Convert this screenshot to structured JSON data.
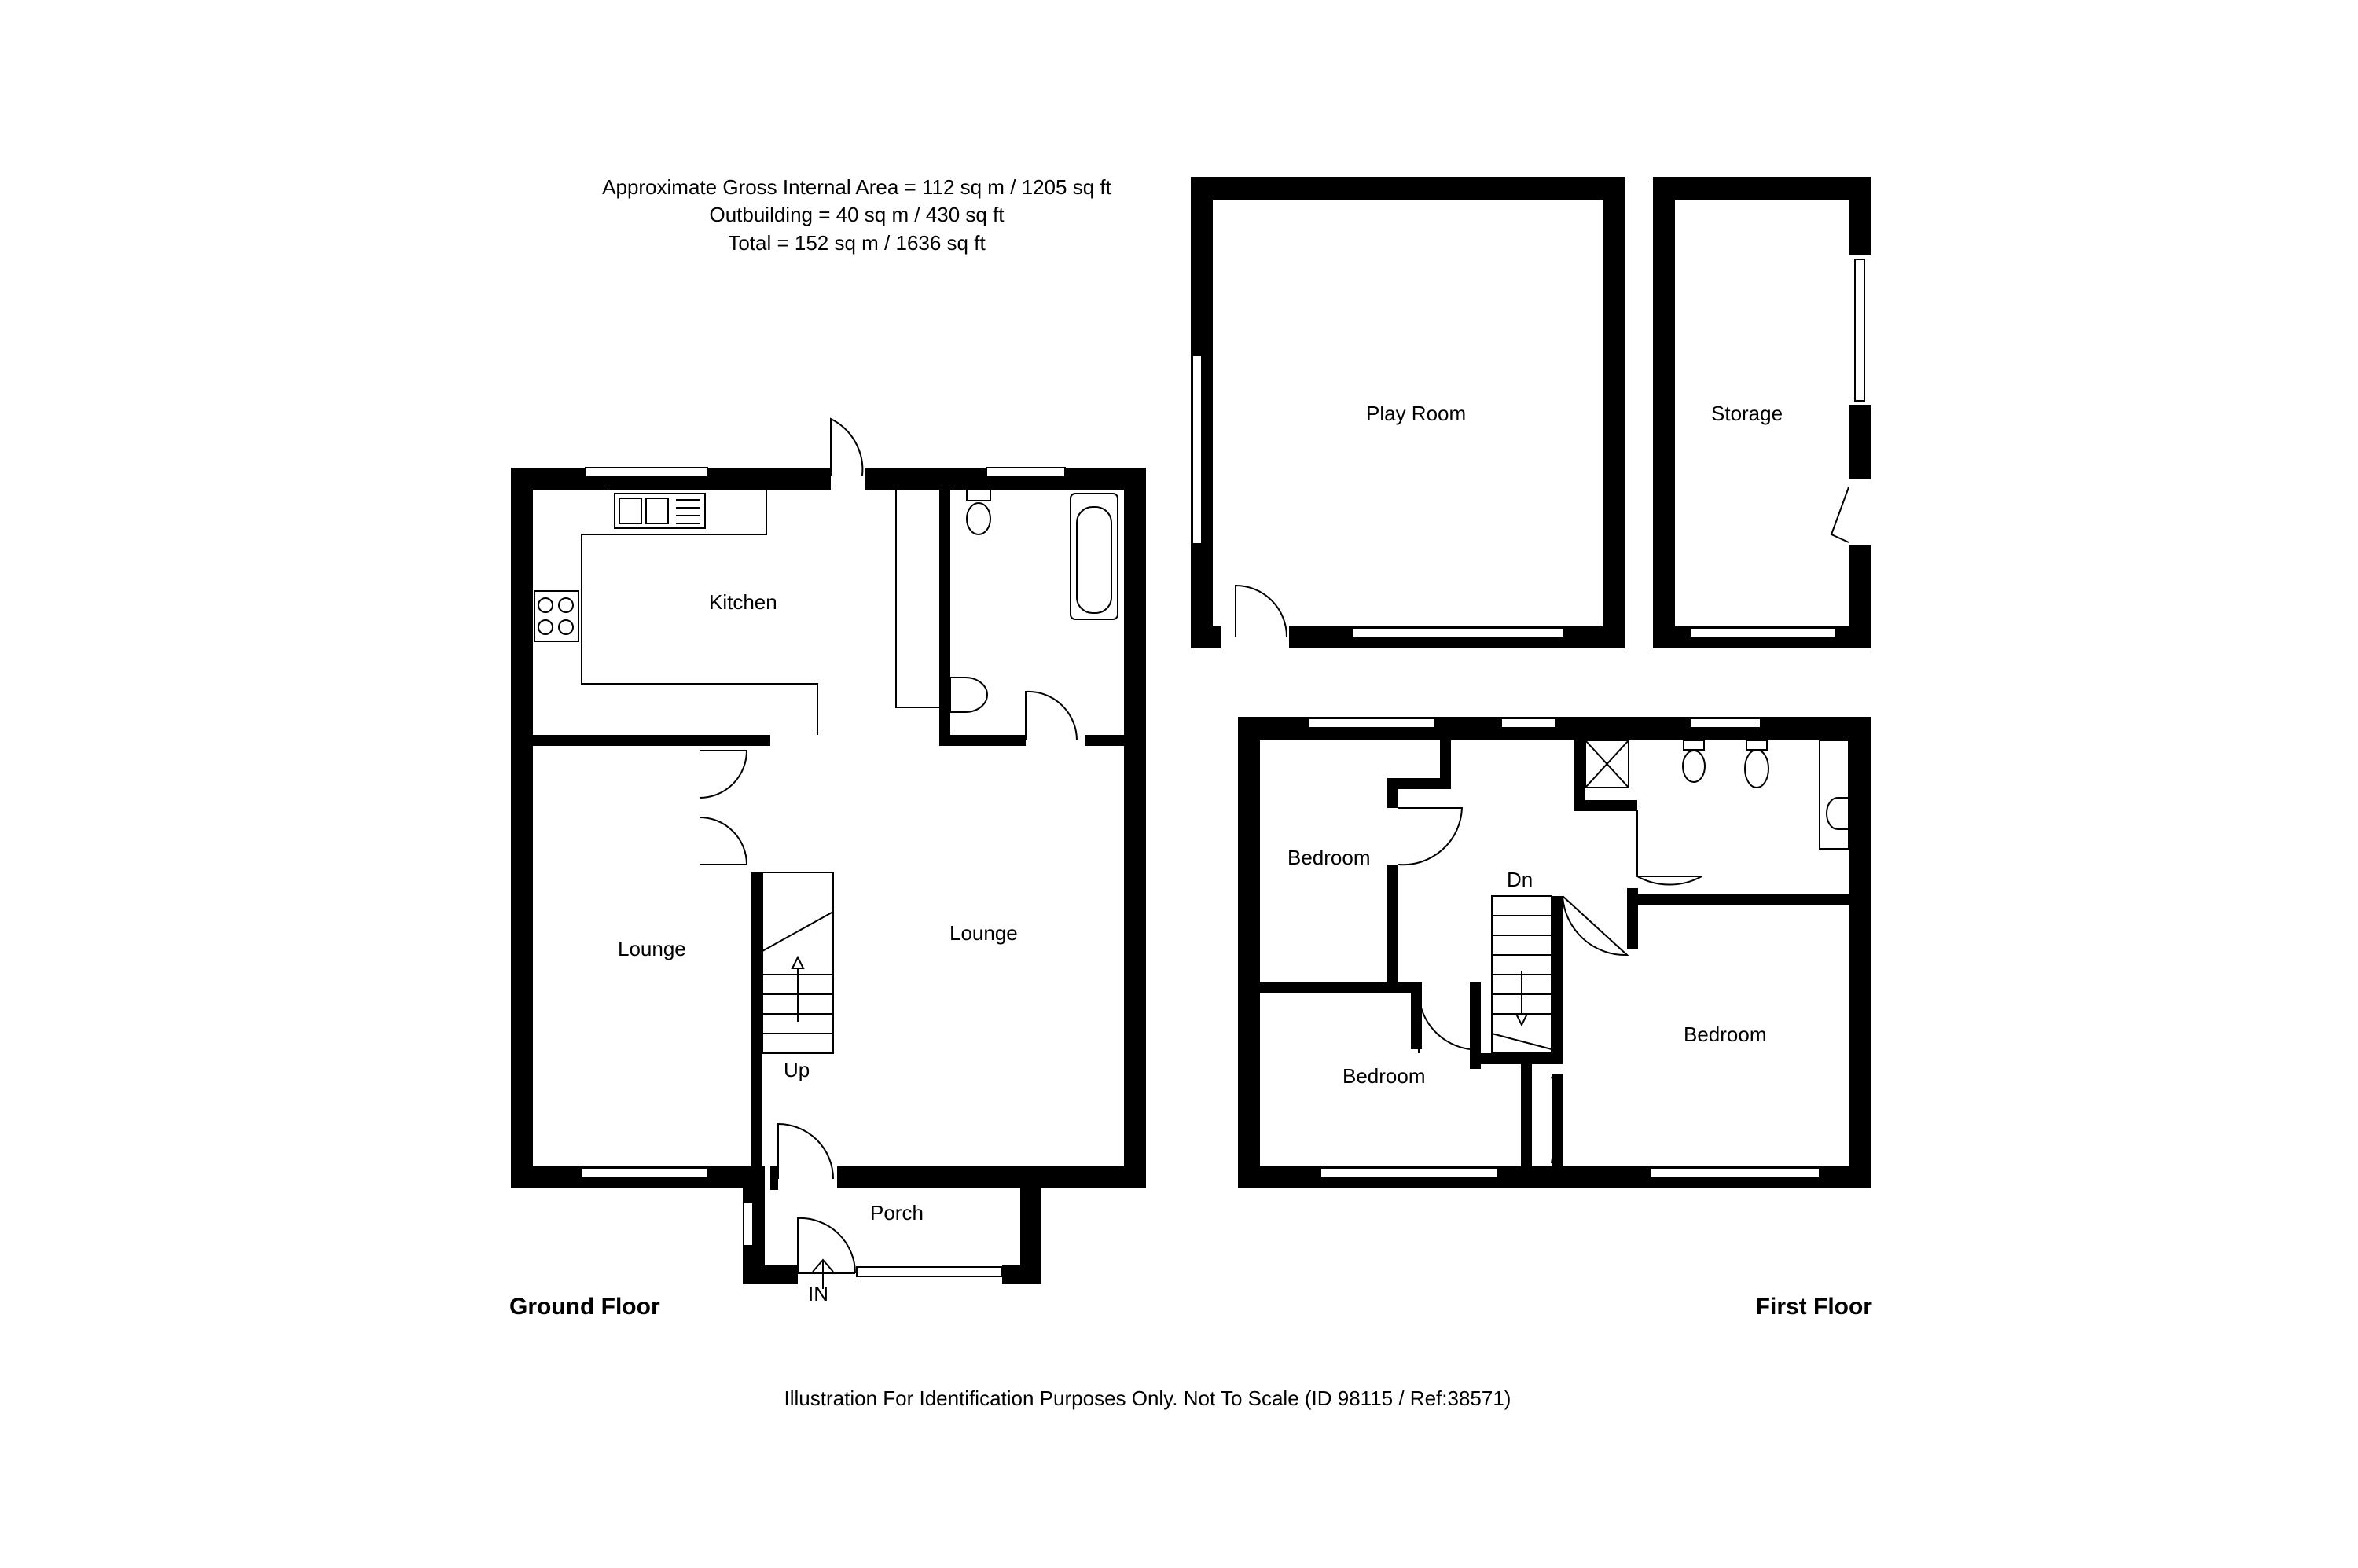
{
  "header": {
    "line1": "Approximate Gross Internal Area  = 112 sq m / 1205 sq ft",
    "line2": "Outbuilding = 40 sq m / 430 sq ft",
    "line3": "Total = 152 sq m / 1636 sq ft"
  },
  "floors": {
    "ground": "Ground Floor",
    "first": "First Floor"
  },
  "rooms": {
    "kitchen": "Kitchen",
    "lounge_left": "Lounge",
    "lounge_right": "Lounge",
    "porch": "Porch",
    "playroom": "Play Room",
    "storage": "Storage",
    "bedroom_1": "Bedroom",
    "bedroom_2": "Bedroom",
    "bedroom_3": "Bedroom"
  },
  "markers": {
    "up": "Up",
    "down": "Dn",
    "entrance": "IN"
  },
  "footer": {
    "note": "Illustration For Identification Purposes Only. Not To Scale (ID 98115 / Ref:38571)"
  }
}
